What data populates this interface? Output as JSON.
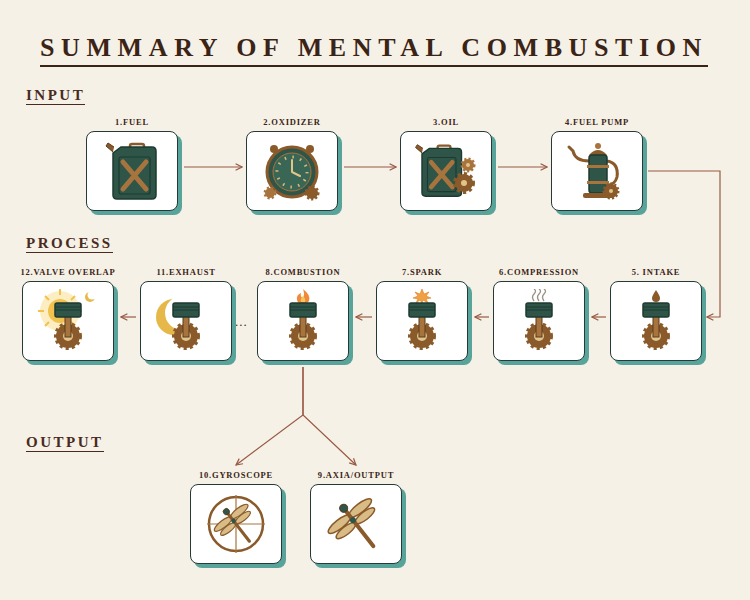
{
  "diagram": {
    "title": "SUMMARY OF MENTAL COMBUSTION",
    "nodes": [
      {
        "text": [
          "1.FUEL"
        ]
      },
      {
        "text": [
          "2.OXIDIZER"
        ]
      },
      {
        "text": [
          "3.OIL"
        ]
      },
      {
        "text": [
          "4.FUEL PUMP"
        ]
      },
      {
        "text": [
          "5. INTAKE"
        ]
      },
      {
        "text": [
          "6.COMPRESSION"
        ]
      },
      {
        "text": [
          "7.SPARK"
        ]
      },
      {
        "text": [
          "8.COMBUSTION"
        ]
      },
      {
        "text": [
          "11.EXHAUST"
        ]
      },
      {
        "text": [
          "12.VALVE OVERLAP"
        ]
      },
      {
        "text": [
          "10.GYROSCOPE"
        ]
      },
      {
        "text": [
          "9.AXIA/OUTPUT"
        ]
      }
    ],
    "edges": [
      {
        "from": 0,
        "to": 1,
        "arrow": "to"
      },
      {
        "from": 1,
        "to": 2,
        "arrow": "to"
      },
      {
        "from": 2,
        "to": 3,
        "arrow": "to"
      },
      {
        "from": 3,
        "to": 4,
        "arrow": "to"
      },
      {
        "from": 4,
        "to": 5,
        "arrow": "to"
      },
      {
        "from": 5,
        "to": 6,
        "arrow": "to"
      },
      {
        "from": 6,
        "to": 7,
        "arrow": "to"
      },
      {
        "from": 8,
        "to": 9,
        "arrow": "to"
      },
      {
        "from": 7,
        "to": 10,
        "arrow": "to"
      },
      {
        "from": 7,
        "to": 11,
        "arrow": "to"
      }
    ],
    "labels": [
      "INPUT",
      "PROCESS",
      "OUTPUT",
      "..."
    ]
  }
}
